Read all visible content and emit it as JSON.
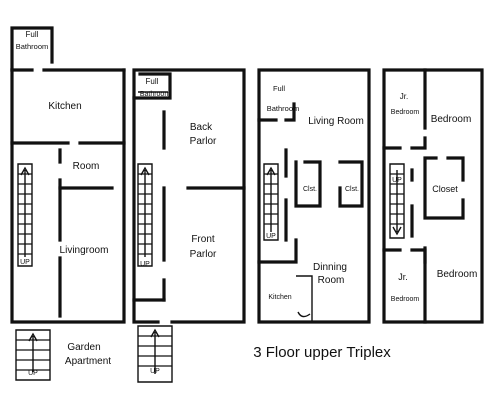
{
  "title": "3 Floor upper Triplex",
  "floors": [
    {
      "rooms": [
        "Full Bathroom",
        "Kitchen",
        "Room",
        "Livingroom"
      ],
      "stairs_label": "UP",
      "entry_stairs_label": "UP",
      "caption": "Garden Apartment"
    },
    {
      "rooms": [
        "Full Bathroom",
        "Back Parlor",
        "Front Parlor"
      ],
      "stairs_label": "UP",
      "entry_stairs_label": "UP"
    },
    {
      "rooms": [
        "Full Bathroom",
        "Living Room",
        "Clst.",
        "Clst.",
        "Dinning Room",
        "Kitchen"
      ],
      "stairs_label": "UP"
    },
    {
      "rooms": [
        "Jr. Bedroom",
        "Bedroom",
        "Closet",
        "Jr. Bedroom",
        "Bedroom"
      ],
      "stairs_label": "UP"
    }
  ],
  "text": {
    "f1_bath_a": "Full",
    "f1_bath_b": "Bathroom",
    "f1_kitchen": "Kitchen",
    "f1_room": "Room",
    "f1_living": "Livingroom",
    "f1_up": "UP",
    "f1_entry_up": "UP",
    "f1_caption_a": "Garden",
    "f1_caption_b": "Apartment",
    "f2_bath_a": "Full",
    "f2_bath_b": "Bathroom",
    "f2_back_a": "Back",
    "f2_back_b": "Parlor",
    "f2_front_a": "Front",
    "f2_front_b": "Parlor",
    "f2_up": "UP",
    "f2_entry_up": "UP",
    "f3_bath_a": "Full",
    "f3_bath_b": "Bathroom",
    "f3_living": "Living Room",
    "f3_clst1": "Clst.",
    "f3_clst2": "Clst.",
    "f3_dining_a": "Dinning",
    "f3_dining_b": "Room",
    "f3_kitchen": "Kitchen",
    "f3_up": "UP",
    "f4_jr1_a": "Jr.",
    "f4_jr1_b": "Bedroom",
    "f4_bed1": "Bedroom",
    "f4_closet": "Closet",
    "f4_jr2_a": "Jr.",
    "f4_jr2_b": "Bedroom",
    "f4_bed2": "Bedroom",
    "f4_up": "UP"
  }
}
